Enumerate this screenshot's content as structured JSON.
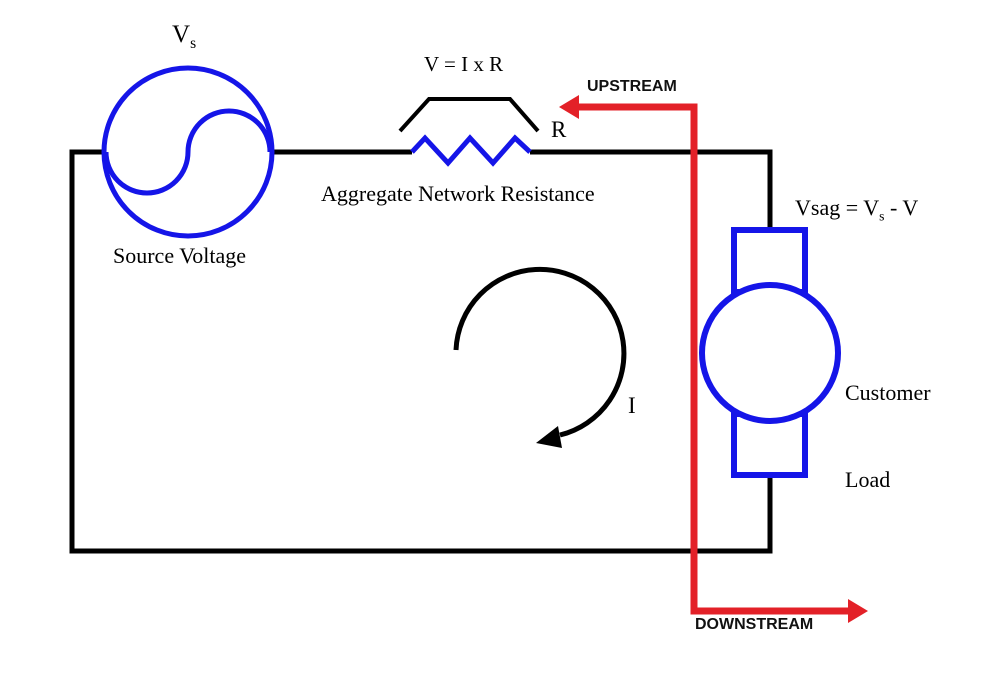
{
  "colors": {
    "background": "#ffffff",
    "wire": "#000000",
    "component": "#1515e8",
    "arrow": "#e32128"
  },
  "diagram": {
    "source": {
      "symbol_base": "V",
      "symbol_sub": "s",
      "caption": "Source Voltage"
    },
    "resistor": {
      "equation": "V = I x R",
      "symbol": "R",
      "caption": "Aggregate Network Resistance"
    },
    "load": {
      "equation_pre": "Vsag = V",
      "equation_sub": "s",
      "equation_post": " - V",
      "caption_line1": "Customer",
      "caption_line2": "Load"
    },
    "current": {
      "label": "I"
    },
    "flow": {
      "upstream": "UPSTREAM",
      "downstream": "DOWNSTREAM"
    }
  }
}
